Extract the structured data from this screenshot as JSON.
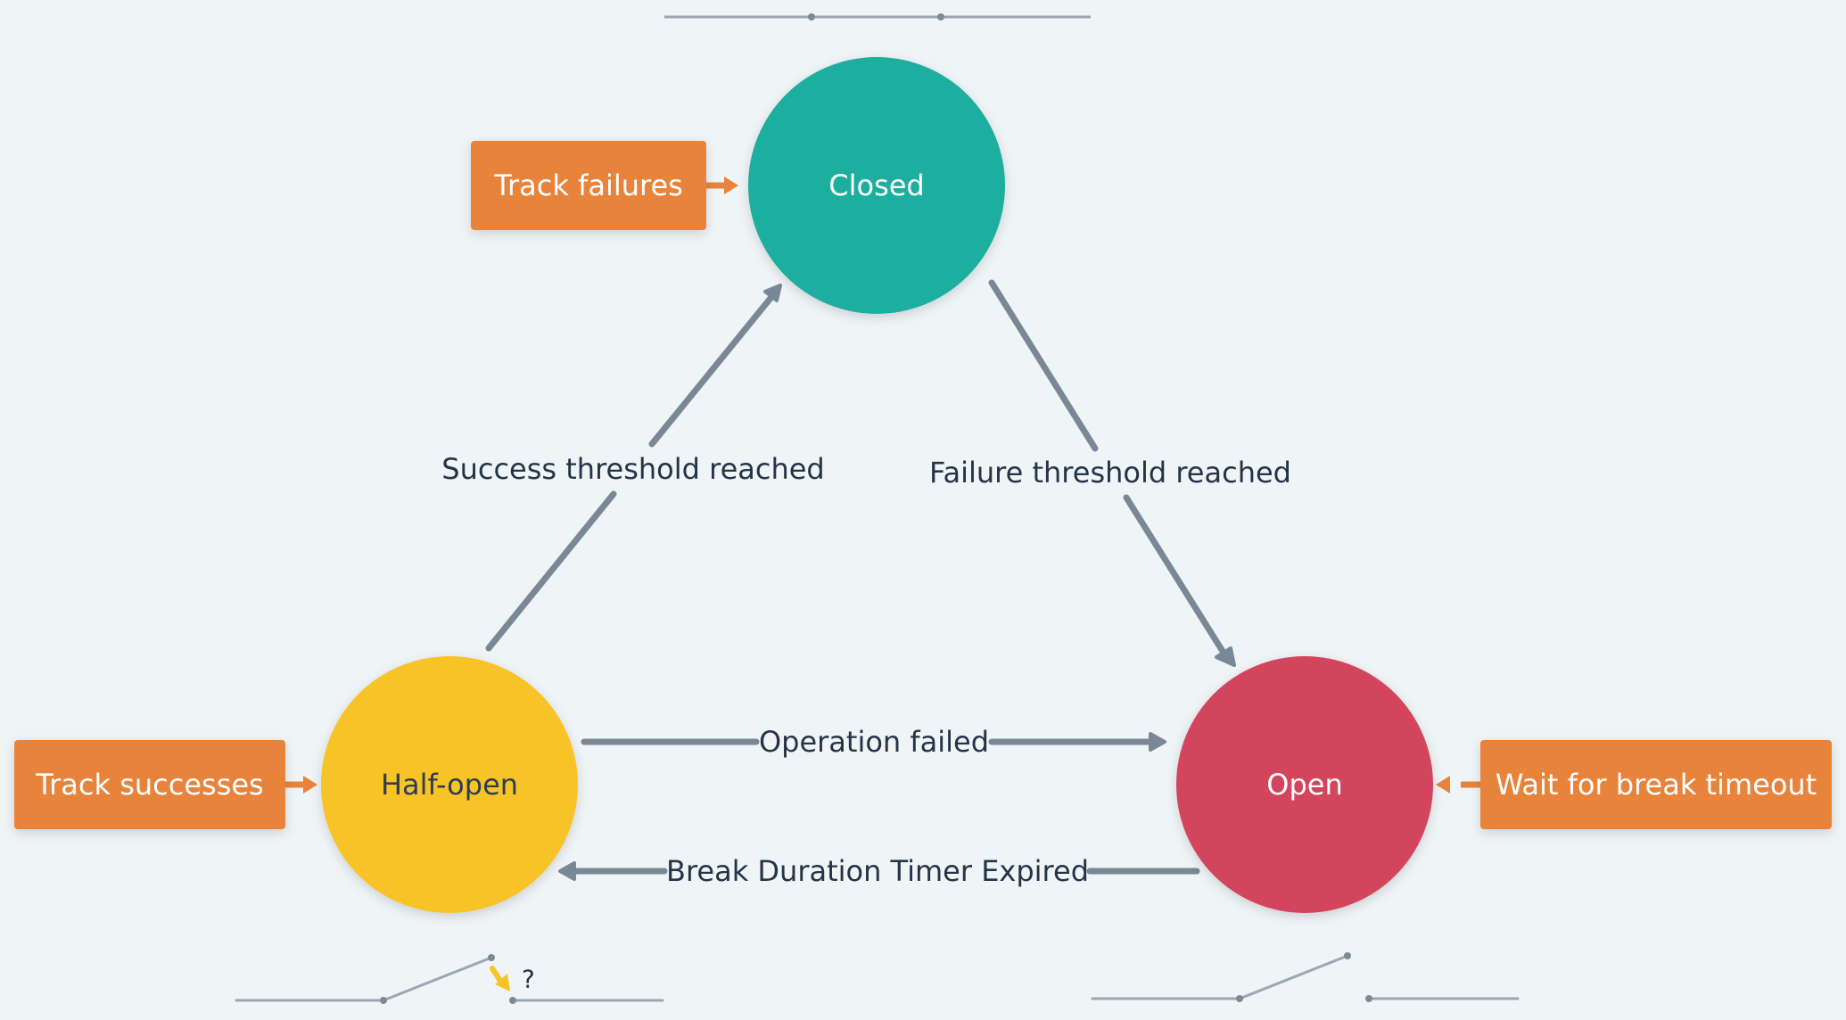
{
  "states": {
    "closed": {
      "label": "Closed",
      "color": "#1aae9f",
      "text_color": "#ffffff"
    },
    "half_open": {
      "label": "Half-open",
      "color": "#f7c325",
      "text_color": "#2c3e50"
    },
    "open": {
      "label": "Open",
      "color": "#d3455b",
      "text_color": "#ffffff"
    }
  },
  "actions": {
    "track_failures": {
      "label": "Track failures"
    },
    "track_successes": {
      "label": "Track successes"
    },
    "wait_for_break_timeout": {
      "label": "Wait for break timeout"
    }
  },
  "transitions": {
    "success_threshold": {
      "label": "Success threshold reached"
    },
    "failure_threshold": {
      "label": "Failure threshold reached"
    },
    "operation_failed": {
      "label": "Operation failed"
    },
    "break_timer_expired": {
      "label": "Break Duration Timer Expired"
    }
  },
  "half_open_switch": {
    "question_mark": "?"
  },
  "colors": {
    "background": "#eff4f7",
    "action_box": "#e8833a",
    "edge": "#788896",
    "switch_wire": "#9aa7b1",
    "label_text": "#243447"
  }
}
